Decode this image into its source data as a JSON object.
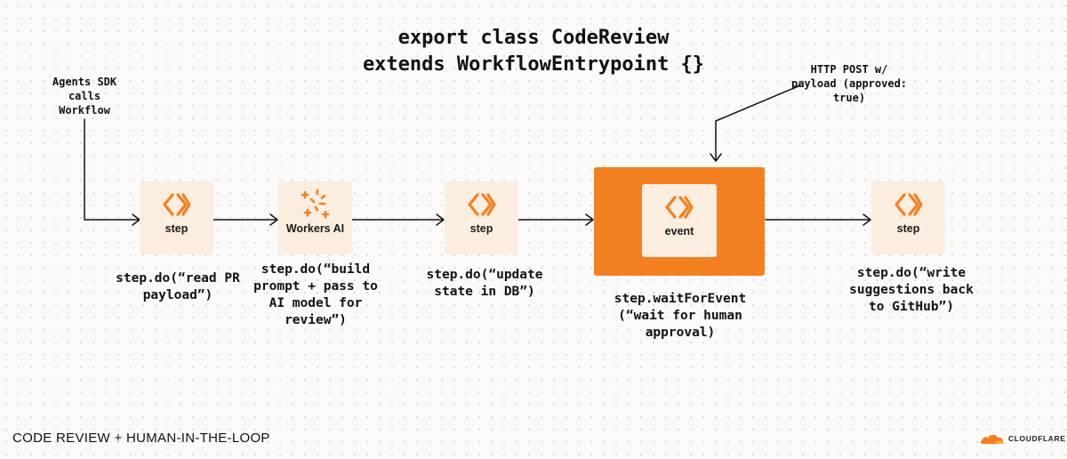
{
  "title": {
    "line1": "export class CodeReview",
    "line2": "extends WorkflowEntrypoint {}"
  },
  "trigger_note": [
    "Agents SDK",
    "calls",
    "Workflow"
  ],
  "http_note": [
    "HTTP POST w/",
    "payload (approved:",
    "true)"
  ],
  "nodes": [
    {
      "label": "step",
      "icon": "workflow-chevron-icon",
      "caption": [
        "step.do(“read PR",
        "payload”)"
      ]
    },
    {
      "label": "Workers AI",
      "icon": "workers-ai-sparkle-icon",
      "caption": [
        "step.do(“build",
        "prompt + pass to",
        "AI model for",
        "review”)"
      ]
    },
    {
      "label": "step",
      "icon": "workflow-chevron-icon",
      "caption": [
        "step.do(“update",
        "state in DB”)"
      ]
    },
    {
      "label": "event",
      "icon": "workflow-chevron-icon",
      "caption": [
        "step.waitForEvent",
        "(“wait for human",
        "approval)"
      ]
    },
    {
      "label": "step",
      "icon": "workflow-chevron-icon",
      "caption": [
        "step.do(“write",
        "suggestions back",
        "to GitHub”)"
      ]
    }
  ],
  "footer": "CODE REVIEW + HUMAN-IN-THE-LOOP",
  "brand": {
    "name": "CLOUDFLARE",
    "icon": "cloudflare-cloud-icon"
  },
  "colors": {
    "accent": "#f38020",
    "card": "#fbeee0",
    "background": "#fbfaf9",
    "text": "#111111"
  }
}
